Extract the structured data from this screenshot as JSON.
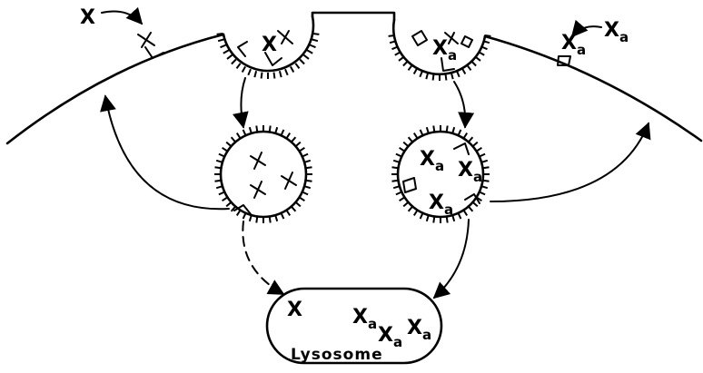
{
  "labels": {
    "ligand": "X",
    "ligand_modified_main": "X",
    "ligand_modified_sub": "a",
    "lysosome": "Lysosome"
  },
  "diagram": {
    "left_pathway_ligand": "X",
    "right_pathway_ligand": "Xa",
    "left_to_lysosome_arrow": "dashed",
    "right_to_lysosome_arrow": "solid"
  }
}
